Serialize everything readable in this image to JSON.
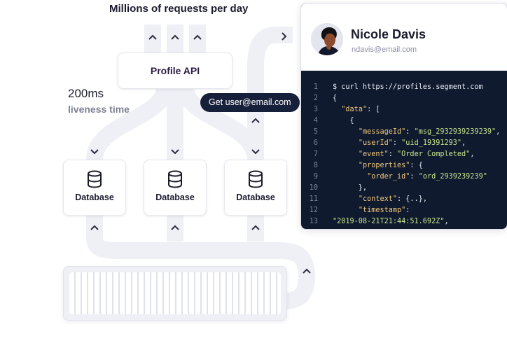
{
  "headline": "Millions of requests per day",
  "api_label": "Profile API",
  "metric": {
    "value": "200ms",
    "label": "liveness time"
  },
  "request_pill": "Get user@email.com",
  "databases": [
    {
      "label": "Database"
    },
    {
      "label": "Database"
    },
    {
      "label": "Database"
    }
  ],
  "profile": {
    "name": "Nicole Davis",
    "email": "ndavis@email.com"
  },
  "code": {
    "lines": [
      {
        "n": "1",
        "parts": [
          {
            "c": "w",
            "t": "$ curl https://profiles.segment.com"
          }
        ]
      },
      {
        "n": "2",
        "parts": [
          {
            "c": "w",
            "t": "{"
          }
        ]
      },
      {
        "n": "3",
        "parts": [
          {
            "c": "w",
            "t": "  "
          },
          {
            "c": "k",
            "t": "\"data\""
          },
          {
            "c": "w",
            "t": ": ["
          }
        ]
      },
      {
        "n": "4",
        "parts": [
          {
            "c": "w",
            "t": "    {"
          }
        ]
      },
      {
        "n": "5",
        "parts": [
          {
            "c": "w",
            "t": "      "
          },
          {
            "c": "k",
            "t": "\"messageId\""
          },
          {
            "c": "w",
            "t": ": "
          },
          {
            "c": "s",
            "t": "\"msg_2932939239239\""
          },
          {
            "c": "w",
            "t": ","
          }
        ]
      },
      {
        "n": "6",
        "parts": [
          {
            "c": "w",
            "t": "      "
          },
          {
            "c": "k",
            "t": "\"userId\""
          },
          {
            "c": "w",
            "t": ": "
          },
          {
            "c": "s",
            "t": "\"uid_19391293\""
          },
          {
            "c": "w",
            "t": ","
          }
        ]
      },
      {
        "n": "7",
        "parts": [
          {
            "c": "w",
            "t": "      "
          },
          {
            "c": "k",
            "t": "\"event\""
          },
          {
            "c": "w",
            "t": ": "
          },
          {
            "c": "s",
            "t": "\"Order Completed\""
          },
          {
            "c": "w",
            "t": ","
          }
        ]
      },
      {
        "n": "8",
        "parts": [
          {
            "c": "w",
            "t": "      "
          },
          {
            "c": "k",
            "t": "\"properties\""
          },
          {
            "c": "w",
            "t": ": {"
          }
        ]
      },
      {
        "n": "9",
        "parts": [
          {
            "c": "w",
            "t": "        "
          },
          {
            "c": "k",
            "t": "\"order_id\""
          },
          {
            "c": "w",
            "t": ": "
          },
          {
            "c": "s",
            "t": "\"ord_2939239239\""
          }
        ]
      },
      {
        "n": "10",
        "parts": [
          {
            "c": "w",
            "t": "      },"
          }
        ]
      },
      {
        "n": "11",
        "parts": [
          {
            "c": "w",
            "t": "      "
          },
          {
            "c": "k",
            "t": "\"context\""
          },
          {
            "c": "w",
            "t": ": {..},"
          }
        ]
      },
      {
        "n": "12",
        "parts": [
          {
            "c": "w",
            "t": "      "
          },
          {
            "c": "k",
            "t": "\"timestamp\""
          },
          {
            "c": "w",
            "t": ":"
          }
        ]
      },
      {
        "n": "13",
        "parts": [
          {
            "c": "s",
            "t": "\"2019-08-21T21:44:51.692Z\""
          },
          {
            "c": "w",
            "t": ","
          }
        ]
      }
    ]
  }
}
